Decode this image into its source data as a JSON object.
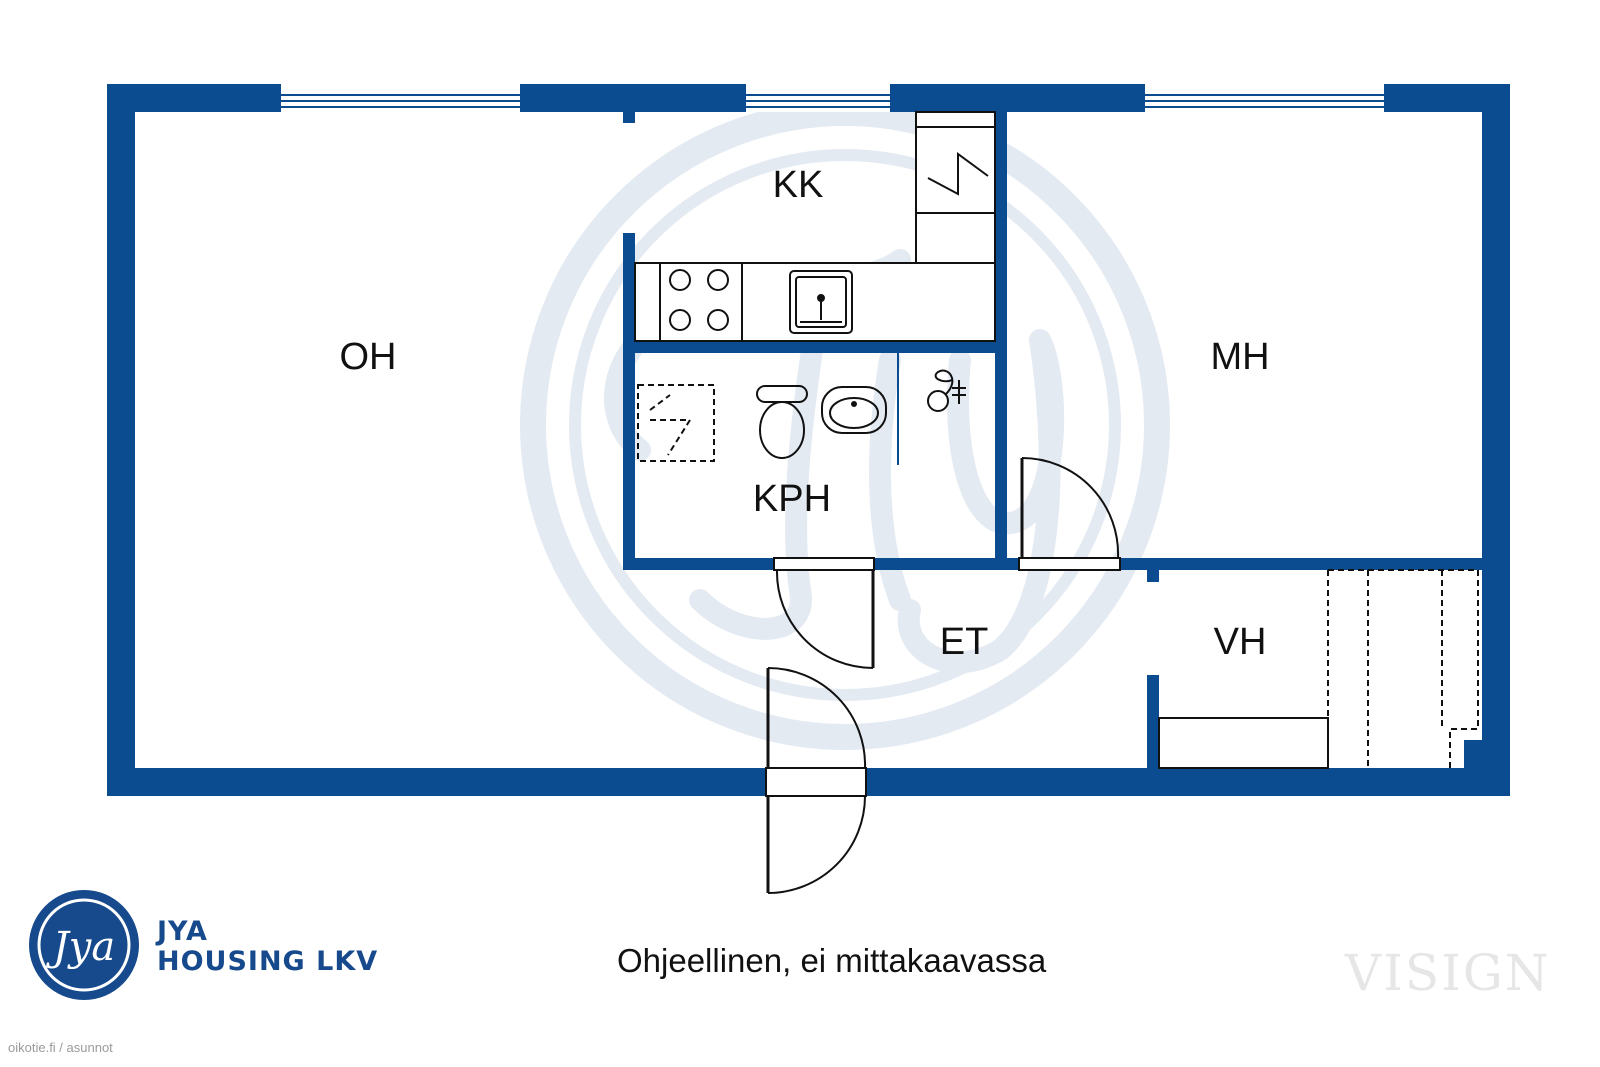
{
  "rooms": {
    "oh": "OH",
    "kk": "KK",
    "mh": "MH",
    "kph": "KPH",
    "et": "ET",
    "vh": "VH"
  },
  "brand": {
    "logo_text": "Jya",
    "line1": "JYA",
    "line2": "HOUSING LKV"
  },
  "caption": "Ohjeellinen, ei mittakaavassa",
  "watermark": "VISIGN",
  "source": "oikotie.fi / asunnot",
  "colors": {
    "wall": "#0b4b8f",
    "watermark_logo": "#e4eaf2",
    "logo_blue": "#174a8c",
    "ink": "#111111"
  }
}
